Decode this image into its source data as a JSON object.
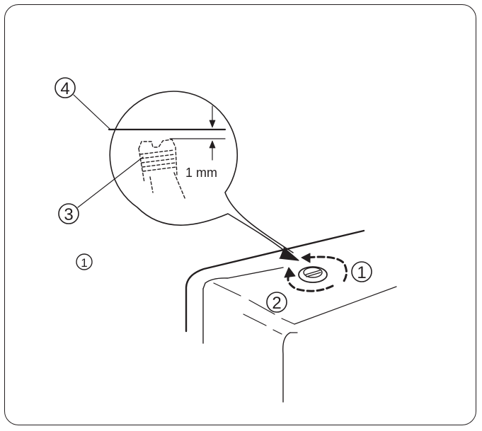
{
  "callouts": {
    "top_label": "4",
    "left_label": "3",
    "side_label": "1",
    "dial_right_label": "1",
    "dial_left_label": "2"
  },
  "measurement": {
    "text": "1 mm"
  },
  "colors": {
    "ink": "#231f20",
    "background": "#ffffff"
  }
}
